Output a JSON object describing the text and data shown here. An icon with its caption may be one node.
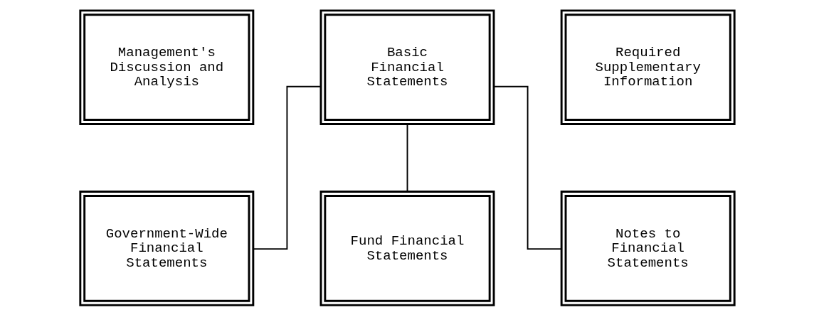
{
  "diagram": {
    "nodes": [
      {
        "text": [
          "Management's Discussion and Analysis"
        ]
      },
      {
        "text": [
          "Basic Financial Statements"
        ]
      },
      {
        "text": [
          "Required Supplementary Information"
        ]
      },
      {
        "text": [
          "Government-Wide Financial Statements"
        ]
      },
      {
        "text": [
          "Fund Financial Statements"
        ]
      },
      {
        "text": [
          "Notes to Financial Statements"
        ]
      }
    ],
    "edges": [
      {
        "from": 1,
        "to": 3,
        "arrow": "none"
      },
      {
        "from": 1,
        "to": 4,
        "arrow": "none"
      },
      {
        "from": 1,
        "to": 5,
        "arrow": "none"
      }
    ]
  }
}
